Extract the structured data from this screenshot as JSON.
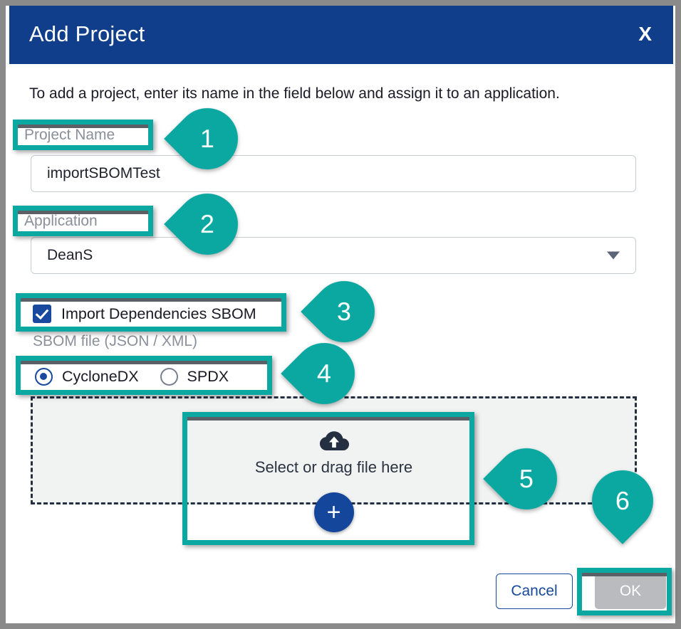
{
  "window": {
    "frame_color": "#8a8a8a",
    "accent_teal": "#0aa8a0",
    "brand_blue": "#103e8b"
  },
  "titlebar": {
    "title": "Add Project",
    "close_label": "X",
    "background": "#103e8b"
  },
  "body": {
    "intro": "To add a project, enter its name in the field below and assign it to an application."
  },
  "fields": {
    "project_name": {
      "label": "Project Name",
      "value": "importSBOMTest",
      "placeholder": "Project Name"
    },
    "application": {
      "label": "Application",
      "value": "DeanS",
      "placeholder": "Application",
      "arrow_icon": "chevron-down-icon"
    }
  },
  "import_dependencies": {
    "label": "Import Dependencies SBOM",
    "checked": true,
    "check_color": "#18499e"
  },
  "sbom_file": {
    "label": "SBOM file (JSON / XML)",
    "format_options": [
      {
        "label": "CycloneDX",
        "selected": true
      },
      {
        "label": "SPDX",
        "selected": false
      }
    ]
  },
  "dropzone": {
    "icon": "cloud-upload-icon",
    "text": "Select or drag file here",
    "add_button_label": "+",
    "add_button_color": "#14479b",
    "background": "#f1f2f2",
    "border_style": "dashed"
  },
  "footer": {
    "cancel_label": "Cancel",
    "ok_label": "OK",
    "ok_disabled": true
  },
  "annotations": {
    "callouts": [
      {
        "number": "1",
        "direction": "left",
        "target": "project-name-label"
      },
      {
        "number": "2",
        "direction": "left",
        "target": "application-label"
      },
      {
        "number": "3",
        "direction": "left",
        "target": "import-dependencies-checkbox"
      },
      {
        "number": "4",
        "direction": "left",
        "target": "sbom-format-radios"
      },
      {
        "number": "5",
        "direction": "left",
        "target": "file-dropzone"
      },
      {
        "number": "6",
        "direction": "down",
        "target": "ok-button"
      }
    ]
  }
}
